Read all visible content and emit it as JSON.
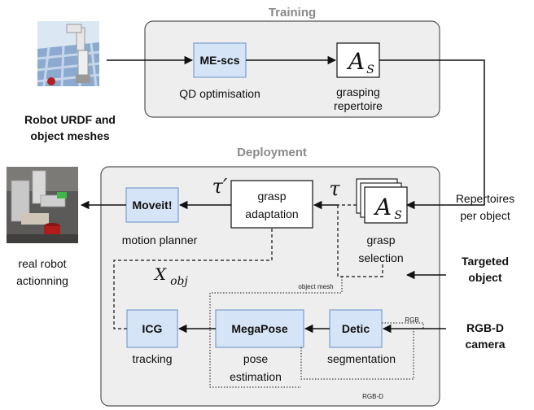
{
  "sections": {
    "training": "Training",
    "deployment": "Deployment"
  },
  "inputs": {
    "robot_urdf": [
      "Robot URDF and",
      "object meshes"
    ],
    "repertoires": [
      "Repertoires",
      "per object"
    ],
    "targeted_object": [
      "Targeted",
      "object"
    ],
    "rgbd_camera": [
      "RGB-D",
      "camera"
    ]
  },
  "outputs": {
    "real_robot": [
      "real robot",
      "actionning"
    ]
  },
  "training": {
    "mescs": {
      "title": "ME-scs",
      "caption": "QD optimisation"
    },
    "repertoire": {
      "symbol": "A",
      "subscript": "S",
      "caption": [
        "grasping",
        "repertoire"
      ]
    }
  },
  "deployment": {
    "moveit": {
      "title": "Moveit!",
      "caption": "motion planner"
    },
    "grasp_adaptation": {
      "title": [
        "grasp",
        "adaptation"
      ]
    },
    "grasp_selection": {
      "symbol": "A",
      "subscript": "S",
      "caption": [
        "grasp",
        "selection"
      ]
    },
    "icg": {
      "title": "ICG",
      "caption": "tracking"
    },
    "megapose": {
      "title": "MegaPose",
      "caption": [
        "pose",
        "estimation"
      ]
    },
    "detic": {
      "title": "Detic",
      "caption": "segmentation"
    }
  },
  "edge_labels": {
    "tau_prime": "τ′",
    "tau": "τ",
    "x_obj": "X",
    "x_obj_sub": "obj",
    "object_mesh": "object mesh",
    "rgb": "RGB",
    "rgbd": "RGB-D"
  },
  "colors": {
    "module_fill": "#d6e4f7",
    "module_stroke": "#7a9fd1",
    "panel_fill": "#eeeeee",
    "panel_stroke": "#555555"
  }
}
